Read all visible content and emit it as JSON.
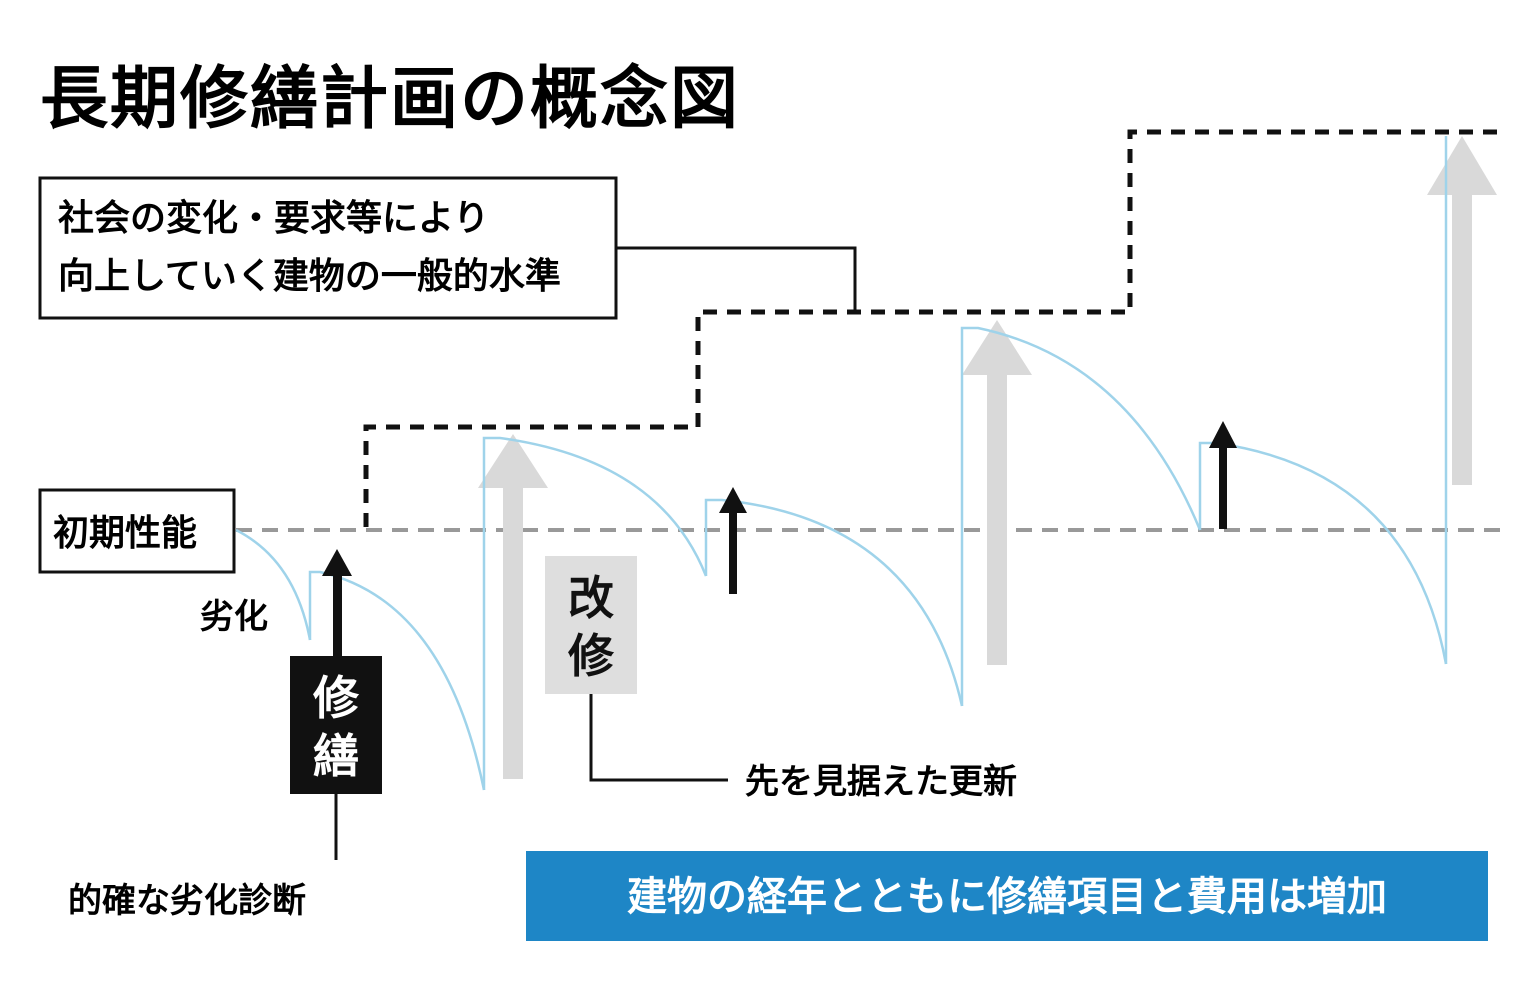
{
  "title": "長期修繕計画の概念図",
  "level_box": {
    "line1": "社会の変化・要求等により",
    "line2": "向上していく建物の一般的水準"
  },
  "initial_box": "初期性能",
  "labels": {
    "degradation": "劣化",
    "repair_line1": "修",
    "repair_line2": "繕",
    "renovation_line1": "改",
    "renovation_line2": "修",
    "diagnosis": "的確な劣化診断",
    "update": "先を見据えた更新"
  },
  "banner": "建物の経年とともに修繕項目と費用は増加",
  "colors": {
    "level_line": "#111111",
    "initial_line": "#999999",
    "curve": "#9fd3ea",
    "repair_arrow": "#111111",
    "renovation_arrow": "#d9d9d9",
    "repair_box": "#111111",
    "renovation_box": "#dedede",
    "banner": "#1e86c6"
  }
}
